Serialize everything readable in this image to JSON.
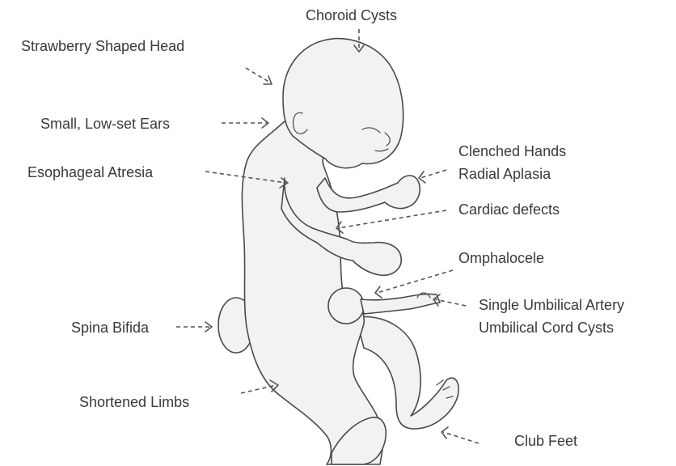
{
  "labels": {
    "choroid_cysts": "Choroid Cysts",
    "strawberry_head": "Strawberry Shaped Head",
    "low_set_ears": "Small, Low-set Ears",
    "esophageal_atresia": "Esophageal Atresia",
    "clenched_hands": "Clenched Hands",
    "radial_aplasia": "Radial Aplasia",
    "cardiac_defects": "Cardiac defects",
    "omphalocele": "Omphalocele",
    "single_umbilical_artery": "Single Umbilical Artery",
    "umbilical_cord_cysts": "Umbilical Cord Cysts",
    "spina_bifida": "Spina Bifida",
    "shortened_limbs": "Shortened Limbs",
    "club_feet": "Club Feet"
  },
  "colors": {
    "body_fill": "#f2f2f4",
    "outline": "#4a4a4a",
    "text": "#3a3a3a"
  }
}
